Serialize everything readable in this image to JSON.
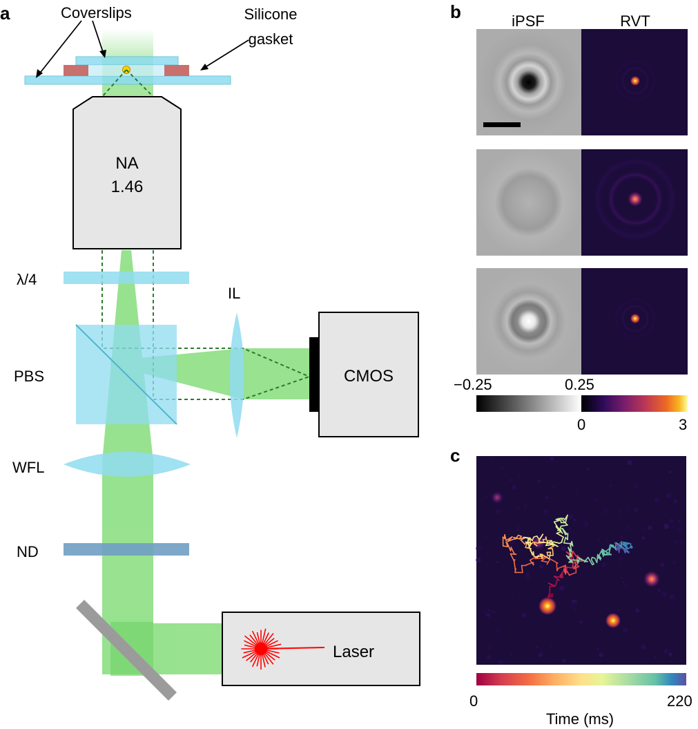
{
  "panel_a": {
    "letter": "a",
    "coverslips": "Coverslips",
    "gasket_line1": "Silicone",
    "gasket_line2": "gasket",
    "objective_line1": "NA",
    "objective_line2": "1.46",
    "quarter_wave": "λ/4",
    "il": "IL",
    "pbs": "PBS",
    "camera": "CMOS",
    "wfl": "WFL",
    "nd": "ND",
    "laser": "Laser",
    "colors": {
      "beam": "#86dd7c",
      "optic": "#8fdcf0",
      "gasket": "#c8706e",
      "box": "#e6e6e6",
      "laser_star": "#ff0000",
      "nd": "#6f9fc4",
      "mirror": "#9b9b9b",
      "dashed": "#2c7a2c"
    }
  },
  "panel_b": {
    "letter": "b",
    "col1": "iPSF",
    "col2": "RVT",
    "cbar_left_min": "−0.25",
    "cbar_left_max": "0.25",
    "cbar_right_min": "0",
    "cbar_right_max": "3",
    "row_contrasts": [
      "dark center",
      "faint ring",
      "bright center"
    ]
  },
  "panel_c": {
    "letter": "c",
    "cbar_min": "0",
    "cbar_max": "220",
    "cbar_label": "Time (ms)"
  }
}
